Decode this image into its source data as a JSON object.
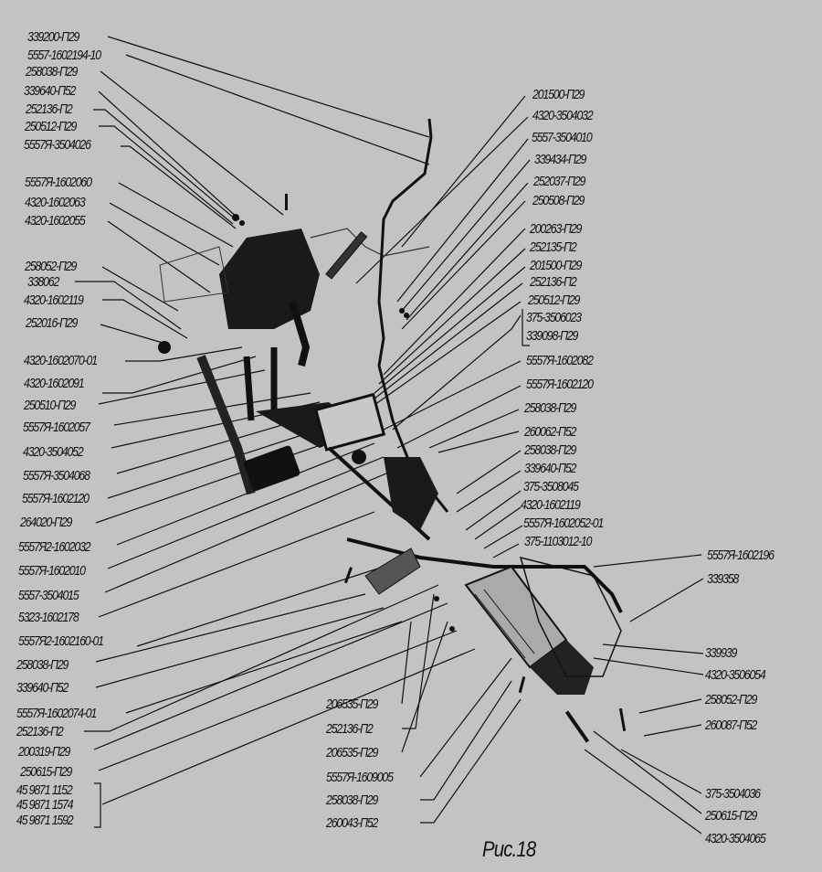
{
  "figure": {
    "caption": "Рис.18",
    "type": "exploded parts diagram",
    "colors": {
      "background": "#c3c3c3",
      "ink": "#111111"
    }
  },
  "labels_left": [
    "339200-П29",
    "5557-1602194-10",
    "258038-П29",
    "339640-П52",
    "252136-П2",
    "250512-П29",
    "5557Я-3504026",
    "5557Я-1602060",
    "4320-1602063",
    "4320-1602055",
    "258052-П29",
    "338062",
    "4320-1602119",
    "252016-П29",
    "4320-1602070-01",
    "4320-1602091",
    "250510-П29",
    "5557Я-1602057",
    "4320-3504052",
    "5557Я-3504068",
    "5557Я-1602120",
    "264020-П29",
    "5557Я2-1602032",
    "5557Я-1602010",
    "5557-3504015",
    "5323-1602178",
    "5557Я2-1602160-01",
    "258038-П29",
    "339640-П52",
    "5557Я-1602074-01",
    "252136-П2",
    "200319-П29",
    "250615-П29"
  ],
  "labels_left_group": [
    "45 9871 1152",
    "45 9871 1574",
    "45 9871 1592"
  ],
  "labels_right_upper": [
    "201500-П29",
    "4320-3504032",
    "5557-3504010",
    "339434-П29",
    "252037-П29",
    "250508-П29",
    "200263-П29",
    "252135-П2",
    "201500-П29",
    "252136-П2",
    "250512-П29"
  ],
  "labels_right_upper_group": [
    "375-3506023",
    "339098-П29"
  ],
  "labels_right_middle": [
    "5557Я-1602082",
    "5557Я-1602120",
    "258038-П29",
    "260062-П52",
    "258038-П29",
    "339640-П52",
    "375-3508045",
    "4320-1602119",
    "5557Я-1602052-01",
    "375-1103012-10"
  ],
  "labels_far_right": [
    "5557Я-1602196",
    "339358",
    "339939",
    "4320-3506054",
    "258052-П29",
    "260087-П52",
    "375-3504036",
    "250615-П29",
    "4320-3504065"
  ],
  "labels_bottom_center": [
    "206535-П29",
    "252136-П2",
    "206535-П29",
    "5557Я-1609005",
    "258038-П29",
    "260043-П52"
  ]
}
